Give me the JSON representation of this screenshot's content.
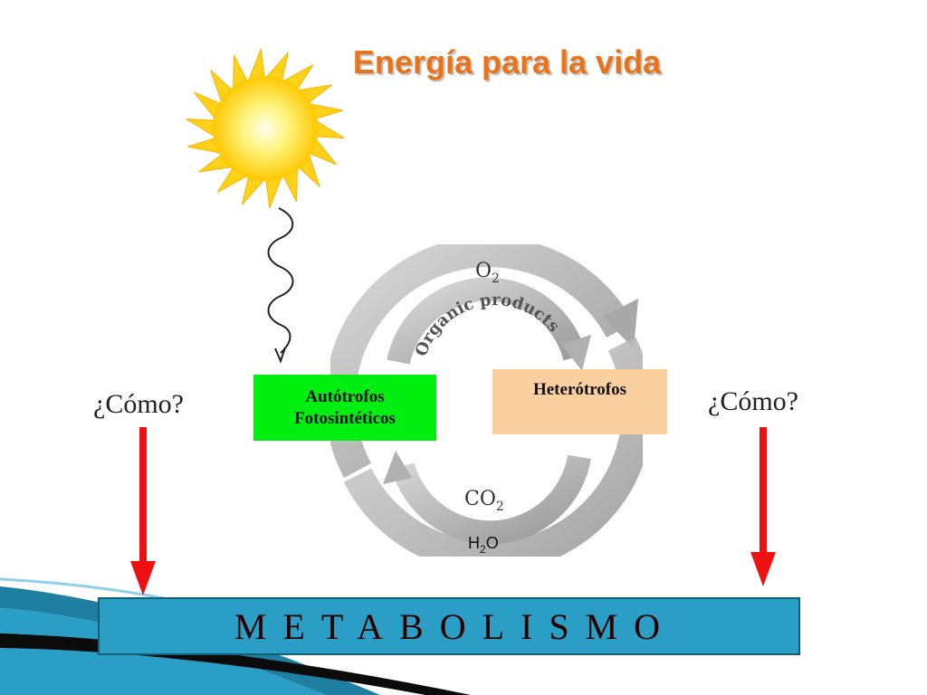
{
  "slide": {
    "title": "Energía para la vida",
    "autotrofos_line1": "Autótrofos",
    "autotrofos_line2": "Fotosintéticos",
    "heterotrofos": "Heterótrofos",
    "como_left": "¿Cómo?",
    "como_right": "¿Cómo?",
    "metabolismo": "METABOLISMO"
  },
  "cycle": {
    "o2_base": "O",
    "o2_sub": "2",
    "organic": "Organic products",
    "co2_base": "CO",
    "co2_sub": "2",
    "h2o_h": "H",
    "h2o_sub": "2",
    "h2o_o": "O"
  },
  "colors": {
    "title": "#e8731b",
    "sun": "#ffd21a",
    "autotrofos_box": "#00ee10",
    "heterotrofos_box": "#fbd0a0",
    "arrow_red": "#ee1111",
    "metabolismo_bar": "#2a9ec4",
    "cycle_gray": "#b8b8b8"
  },
  "icons": [
    "sun-icon",
    "light-wave-icon",
    "cycle-arrows-icon",
    "down-arrow-icon"
  ]
}
